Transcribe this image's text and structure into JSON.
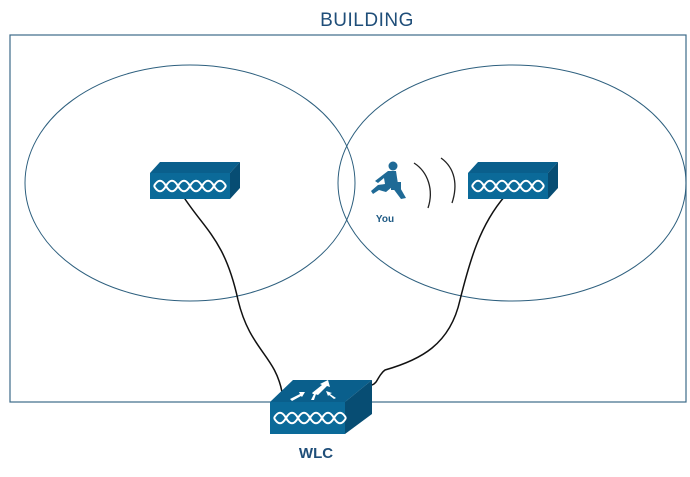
{
  "title": "BUILDING",
  "you_label": "You",
  "controller_label": "WLC",
  "colors": {
    "device": "#0b6a99",
    "device_dark": "#085b85",
    "outline": "#3c6a88"
  }
}
